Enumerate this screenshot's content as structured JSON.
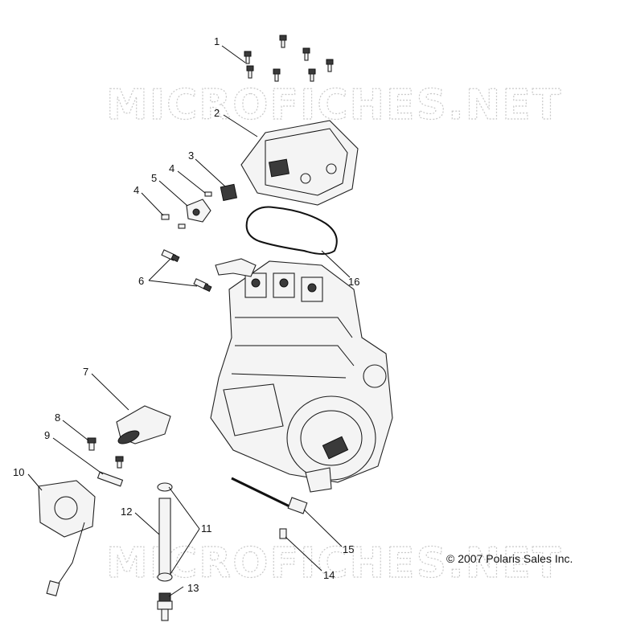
{
  "watermark": {
    "top": "MICROFICHES.NET",
    "bottom": "MICROFICHES.NET"
  },
  "copyright": "© 2007 Polaris Sales Inc.",
  "callouts": {
    "c1": "1",
    "c2": "2",
    "c3": "3",
    "c4a": "4",
    "c4b": "4",
    "c5": "5",
    "c6": "6",
    "c7": "7",
    "c8": "8",
    "c9": "9",
    "c10": "10",
    "c11": "11",
    "c12": "12",
    "c13": "13",
    "c14": "14",
    "c15": "15",
    "c16": "16"
  }
}
